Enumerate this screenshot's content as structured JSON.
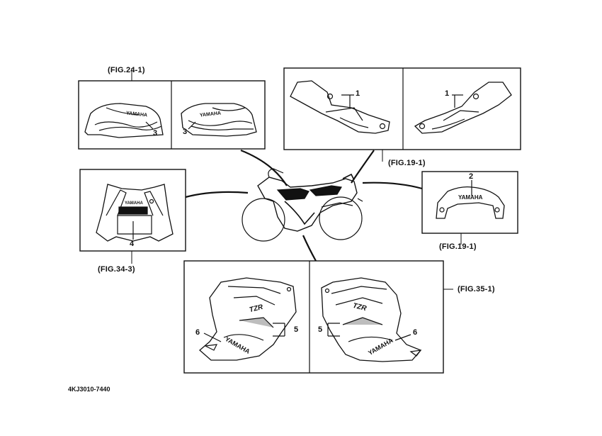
{
  "figures": {
    "fig_24_1": "(FIG.24-1)",
    "fig_19_1_upper": "(FIG.19-1)",
    "fig_19_1_lower": "(FIG.19-1)",
    "fig_34_3": "(FIG.34-3)",
    "fig_35_1": "(FIG.35-1)"
  },
  "callouts": {
    "tank_left": "3",
    "tank_right": "3",
    "side_cowl_left": "1",
    "side_cowl_right": "1",
    "rear_cowl": "2",
    "front_cowl": "4",
    "lower_left_part": "6",
    "lower_left_bracket": "5",
    "lower_right_bracket": "5",
    "lower_right_part": "6"
  },
  "decals": {
    "tank_left_text": "YAMAHA",
    "tank_right_text": "YAMAHA",
    "rear_text": "YAMAHA",
    "front_text": "YAMAHA",
    "lower_left_text": "YAMAHA",
    "lower_right_text": "YAMAHA",
    "lower_left_model": "TZR",
    "lower_right_model": "TZR"
  },
  "drawing_code": "4KJ3010-7440",
  "colors": {
    "line": "#111111",
    "background": "#ffffff",
    "shade": "#bdbdbd"
  }
}
